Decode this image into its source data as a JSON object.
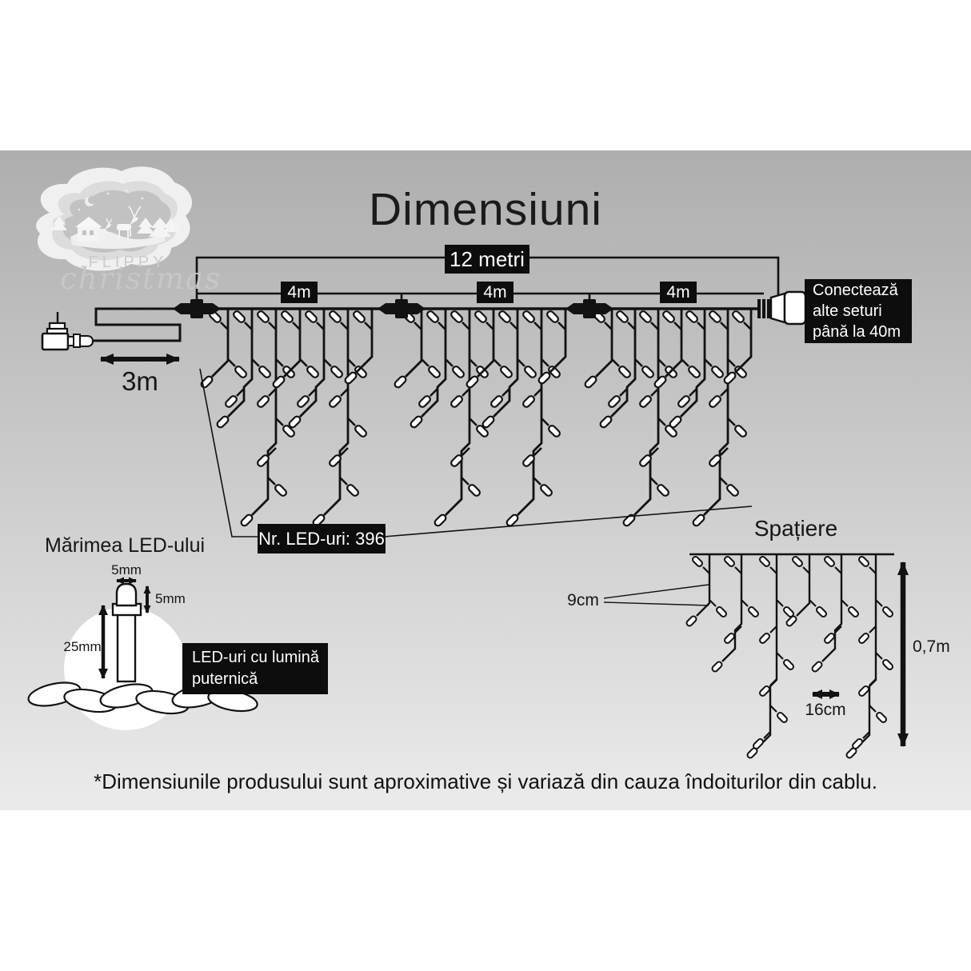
{
  "page": {
    "heading": "Dimensiuni",
    "footer_note": "*Dimensiunile produsului sunt aproximative și variază din cauza îndoiturilor din cablu."
  },
  "logo": {
    "brand_line1": "FLIPPY",
    "brand_line2": "christmas"
  },
  "string_diagram": {
    "total_length_label": "12 metri",
    "section_labels": [
      "4m",
      "4m",
      "4m"
    ],
    "lead_length_label": "3m",
    "connect_note_lines": [
      "Conectează",
      "alte seturi",
      "până la 40m"
    ],
    "led_count_label": "Nr. LED-uri: 396",
    "sections_count": 3,
    "drops_per_section": 7
  },
  "led_size_diagram": {
    "heading": "Mărimea LED-ului",
    "bulb_width_label": "5mm",
    "bulb_cap_height_label": "5mm",
    "bulb_length_label": "25mm",
    "note_lines": [
      "LED-uri cu lumină",
      "puternică"
    ]
  },
  "spacing_diagram": {
    "heading": "Spațiere",
    "led_gap_label": "9cm",
    "drop_gap_label": "16cm",
    "curtain_height_label": "0,7m",
    "drops_count": 6
  },
  "colors": {
    "label_box_bg": "#0d0d0d",
    "label_box_text": "#ffffff",
    "line": "#121212",
    "bg_top": "#aeaeae",
    "bg_bottom": "#ebebeb"
  }
}
